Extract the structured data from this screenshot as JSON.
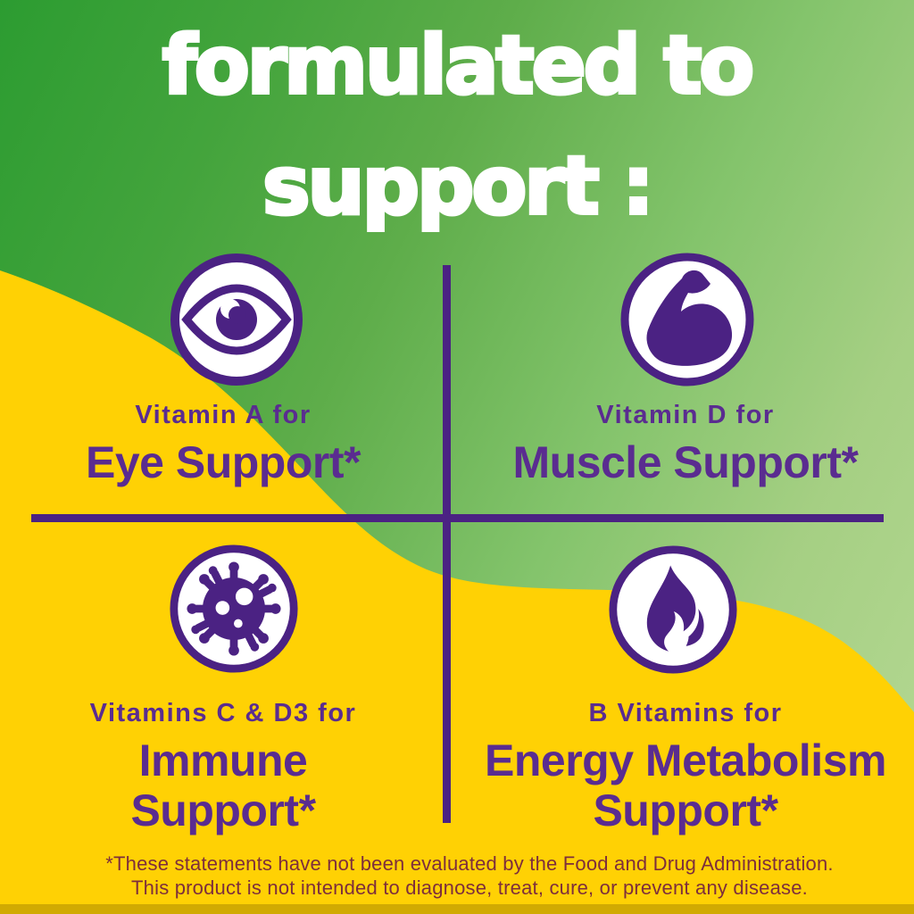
{
  "title": {
    "line1": "formulated to",
    "line2": "support :"
  },
  "quadrants": {
    "top_left": {
      "icon": "eye-icon",
      "subtitle": "Vitamin A for",
      "heading_line1": "Eye Support*"
    },
    "top_right": {
      "icon": "muscle-icon",
      "subtitle": "Vitamin D for",
      "heading_line1": "Muscle Support*"
    },
    "bottom_left": {
      "icon": "virus-icon",
      "subtitle": "Vitamins C & D3 for",
      "heading_line1": "Immune",
      "heading_line2": "Support*"
    },
    "bottom_right": {
      "icon": "flame-icon",
      "subtitle": "B Vitamins for",
      "heading_line1": "Energy Metabolism",
      "heading_line2": "Support*"
    }
  },
  "disclaimer": {
    "line1": "*These statements have not been evaluated by the Food and Drug Administration.",
    "line2": "This product is not intended to diagnose, treat, cure, or prevent any disease."
  },
  "colors": {
    "green_dark": "#2c9c31",
    "green_mid": "#5ead4a",
    "green_soft": "#84c46c",
    "green_light": "#a5cf83",
    "green_pale": "#b6d994",
    "yellow": "#ffd104",
    "purple": "#4b2283",
    "purple_text": "#5a2c90",
    "maroon": "#7d2e3c",
    "white": "#ffffff"
  }
}
